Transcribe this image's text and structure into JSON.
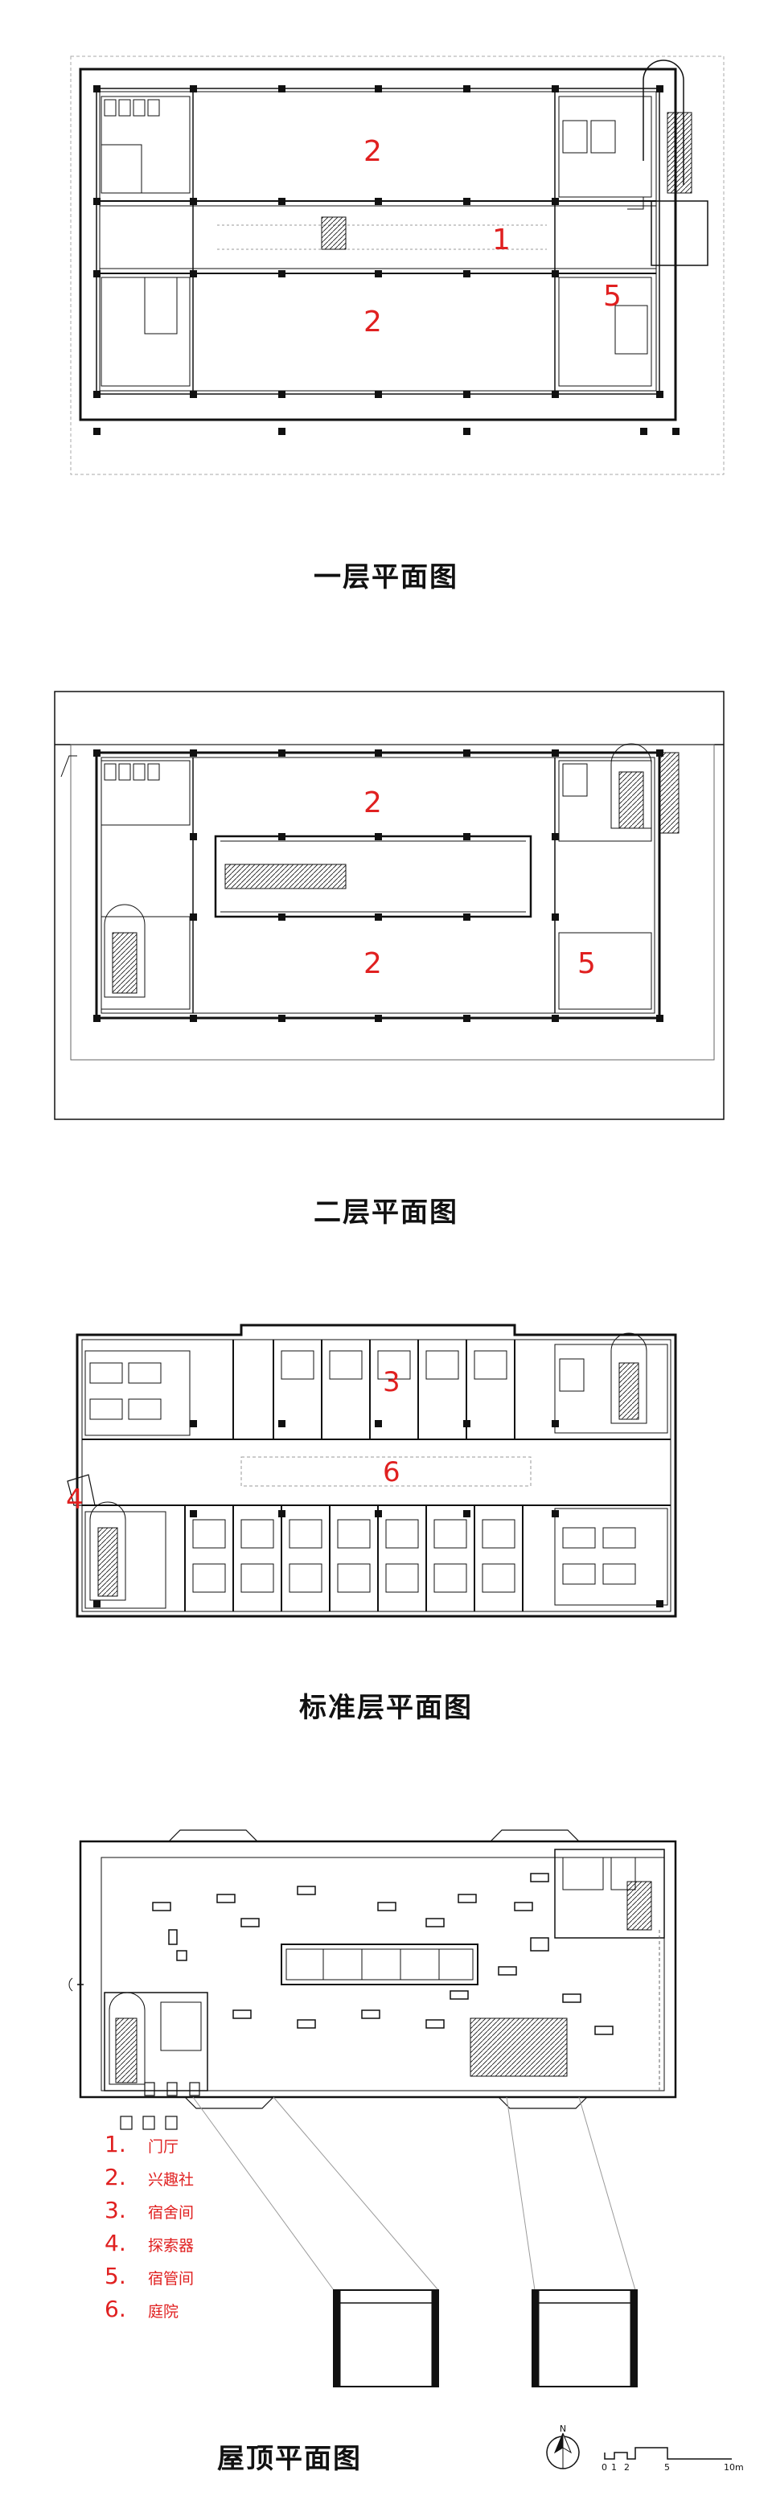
{
  "plans": [
    {
      "title": "一层平面图"
    },
    {
      "title": "二层平面图"
    },
    {
      "title": "标准层平面图"
    },
    {
      "title": "屋顶平面图"
    }
  ],
  "room_labels": {
    "floor1": [
      "2",
      "1",
      "2",
      "5"
    ],
    "floor2": [
      "2",
      "2",
      "5"
    ],
    "standard": [
      "3",
      "6",
      "4"
    ]
  },
  "legend": [
    {
      "num": "1.",
      "name": "门厅"
    },
    {
      "num": "2.",
      "name": "兴趣社"
    },
    {
      "num": "3.",
      "name": "宿舍间"
    },
    {
      "num": "4.",
      "name": "探索器"
    },
    {
      "num": "5.",
      "name": "宿管间"
    },
    {
      "num": "6.",
      "name": "庭院"
    }
  ],
  "north_arrow": {
    "label": "N"
  },
  "scale_bar": {
    "ticks": [
      "0",
      "1",
      "2",
      "5",
      "10m"
    ]
  },
  "colors": {
    "line": "#111111",
    "annotation": "#e02020",
    "guide": "#9a9a9a"
  }
}
